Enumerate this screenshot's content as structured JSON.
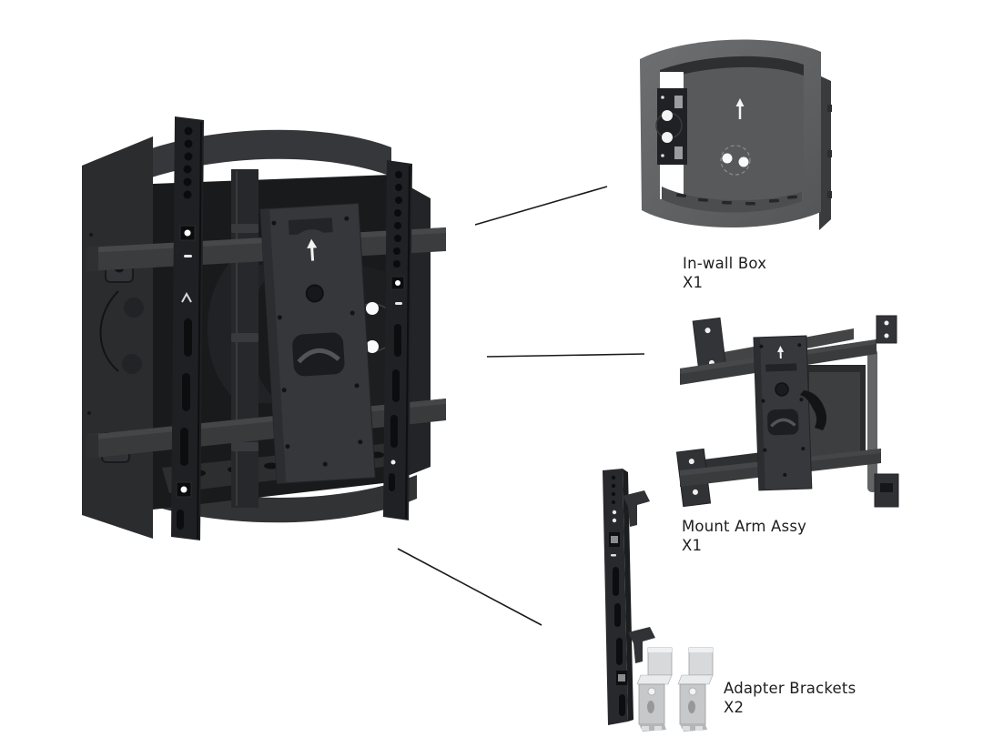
{
  "diagram": {
    "kind": "product-parts-callout-diagram",
    "parts": [
      {
        "id": "in-wall-box",
        "label": "In-wall Box",
        "qty": "X1"
      },
      {
        "id": "mount-arm-assy",
        "label": "Mount Arm Assy",
        "qty": "X1"
      },
      {
        "id": "adapter-brackets",
        "label": "Adapter Brackets",
        "qty": "X2"
      }
    ]
  },
  "icons": {
    "up_arrow": "↑"
  },
  "colors": {
    "background": "#ffffff",
    "callout_line": "#1a1a1a",
    "label_text": "#1e1e1e",
    "product_dark": "#202124",
    "product_mid": "#3a3b3d",
    "box_back_panel": "#58595b",
    "box_bezel": "#626466",
    "bracket_silver": "#cdcfd1"
  }
}
